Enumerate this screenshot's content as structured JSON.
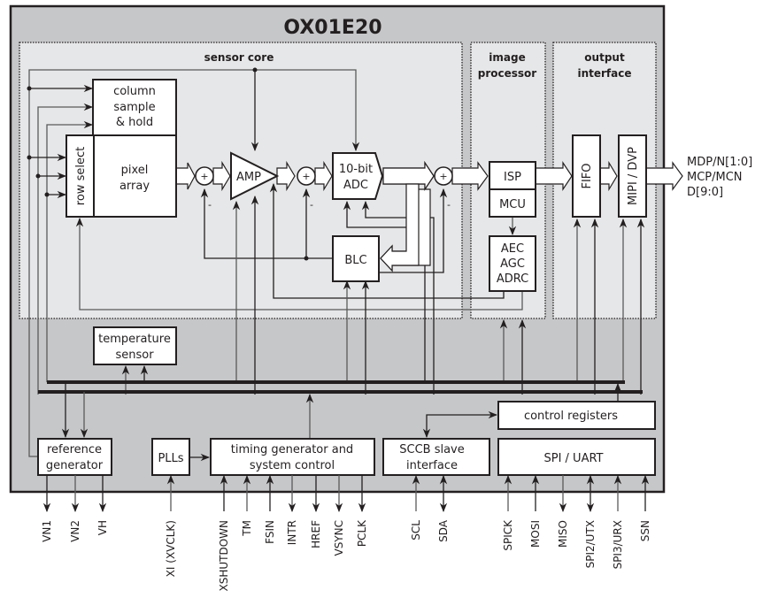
{
  "diagram": {
    "chip_name": "OX01E20",
    "sections": {
      "sensor_core": "sensor core",
      "image_processor": [
        "image",
        "processor"
      ],
      "output_interface": [
        "output",
        "interface"
      ]
    },
    "blocks": {
      "column_sample_hold": [
        "column",
        "sample",
        "& hold"
      ],
      "row_select": "row select",
      "pixel_array": [
        "pixel",
        "array"
      ],
      "amp": "AMP",
      "adc": [
        "10-bit",
        "ADC"
      ],
      "blc": "BLC",
      "isp": "ISP",
      "mcu": "MCU",
      "aec_agc_adrc": [
        "AEC",
        "AGC",
        "ADRC"
      ],
      "fifo": "FIFO",
      "mipi_dvp": "MIPI / DVP",
      "temperature_sensor": [
        "temperature",
        "sensor"
      ],
      "control_registers": "control registers",
      "reference_generator": [
        "reference",
        "generator"
      ],
      "plls": "PLLs",
      "timing_generator": [
        "timing generator and",
        "system control"
      ],
      "sccb_slave": [
        "SCCB slave",
        "interface"
      ],
      "spi_uart": "SPI / UART"
    },
    "summing_nodes": {
      "plus": "+",
      "minus": "-"
    },
    "outputs": [
      "MDP/N[1:0]",
      "MCP/MCN",
      "D[9:0]"
    ],
    "pins": [
      {
        "name": "VN1",
        "dir": "out"
      },
      {
        "name": "VN2",
        "dir": "out"
      },
      {
        "name": "VH",
        "dir": "out"
      },
      {
        "name": "XI (XVCLK)",
        "dir": "in"
      },
      {
        "name": "XSHUTDOWN",
        "dir": "in"
      },
      {
        "name": "TM",
        "dir": "in"
      },
      {
        "name": "FSIN",
        "dir": "in"
      },
      {
        "name": "INTR",
        "dir": "out"
      },
      {
        "name": "HREF",
        "dir": "out"
      },
      {
        "name": "VSYNC",
        "dir": "out"
      },
      {
        "name": "PCLK",
        "dir": "out"
      },
      {
        "name": "SCL",
        "dir": "in"
      },
      {
        "name": "SDA",
        "dir": "bidir"
      },
      {
        "name": "SPICK",
        "dir": "in"
      },
      {
        "name": "MOSI",
        "dir": "in"
      },
      {
        "name": "MISO",
        "dir": "out"
      },
      {
        "name": "SPI2/UTX",
        "dir": "bidir"
      },
      {
        "name": "SPI3/URX",
        "dir": "in"
      },
      {
        "name": "SSN",
        "dir": "in"
      }
    ],
    "colors": {
      "chip_bg": "#c6c7c9",
      "section_bg": "#e6e7e8",
      "stroke": "#231f20",
      "wire_grey": "#5a5a5a",
      "block_fill": "#ffffff"
    }
  }
}
